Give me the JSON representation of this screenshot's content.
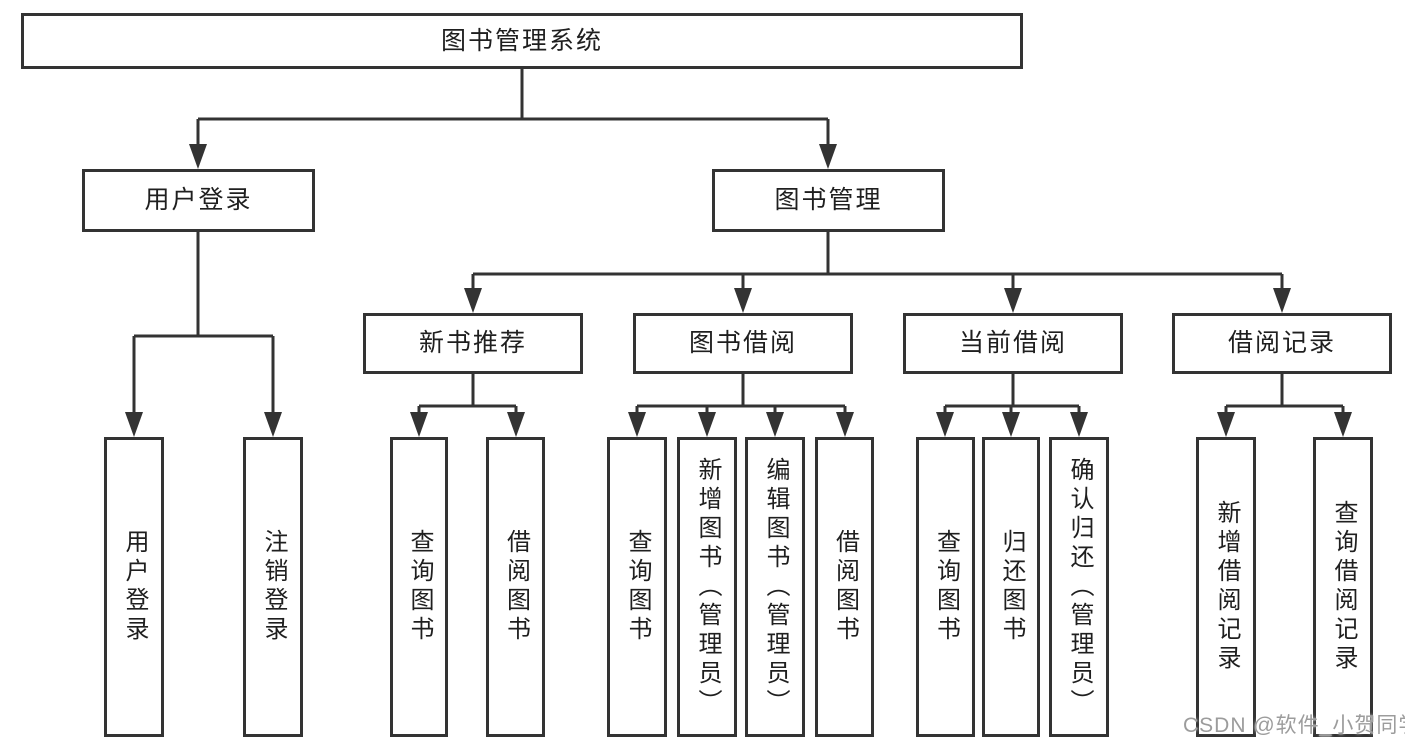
{
  "colors": {
    "background": "#ffffff",
    "line": "#333333",
    "text": "#1f1f1f",
    "watermark": "#9c9c9c"
  },
  "tree": {
    "root": {
      "label": "图书管理系统"
    },
    "level2": [
      {
        "label": "用户登录",
        "children": [
          {
            "label": "用户登录"
          },
          {
            "label": "注销登录"
          }
        ]
      },
      {
        "label": "图书管理",
        "children": [
          {
            "label": "新书推荐",
            "children": [
              {
                "label": "查询图书"
              },
              {
                "label": "借阅图书"
              }
            ]
          },
          {
            "label": "图书借阅",
            "children": [
              {
                "label": "查询图书"
              },
              {
                "label": "新增图书（管理员）"
              },
              {
                "label": "编辑图书（管理员）"
              },
              {
                "label": "借阅图书"
              }
            ]
          },
          {
            "label": "当前借阅",
            "children": [
              {
                "label": "查询图书"
              },
              {
                "label": "归还图书"
              },
              {
                "label": "确认归还（管理员）"
              }
            ]
          },
          {
            "label": "借阅记录",
            "children": [
              {
                "label": "新增借阅记录"
              },
              {
                "label": "查询借阅记录"
              }
            ]
          }
        ]
      }
    ]
  },
  "watermark": {
    "label": "CSDN @软件_小贺同学"
  }
}
